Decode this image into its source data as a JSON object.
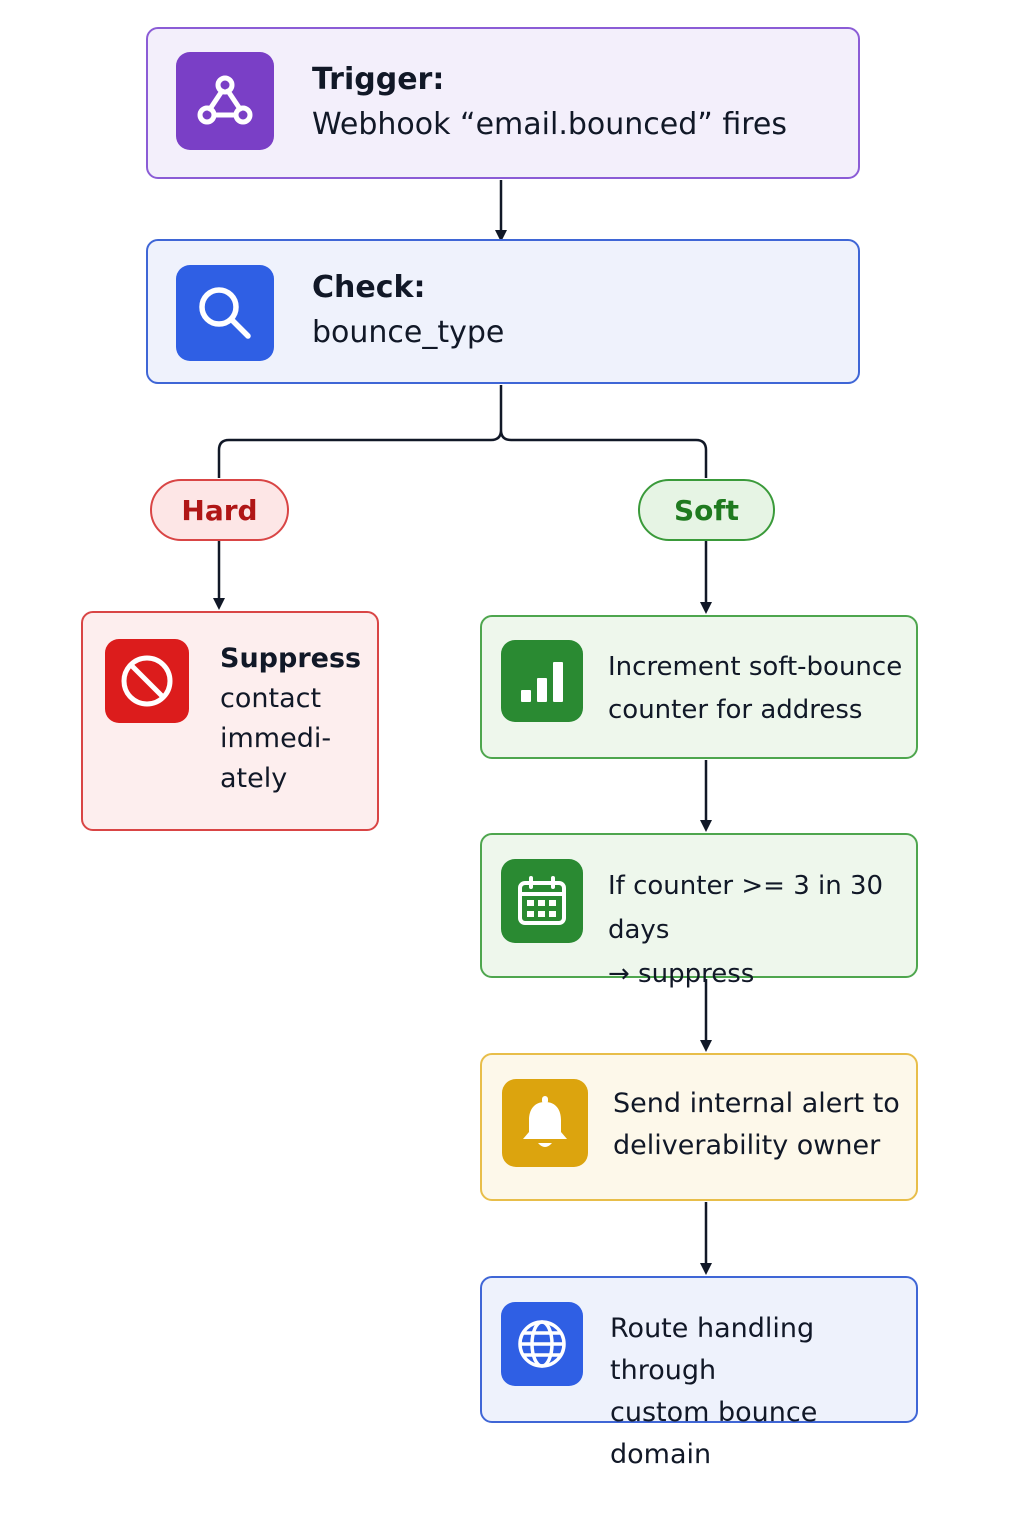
{
  "diagram": {
    "trigger": {
      "title": "Trigger:",
      "detail": "Webhook “email.bounced” fires",
      "icon": "webhook-icon",
      "color": "#7a3fc6"
    },
    "check": {
      "title": "Check:",
      "detail": "bounce_type",
      "icon": "search-icon",
      "color": "#2f5fe4"
    },
    "branches": {
      "hard": {
        "label": "Hard",
        "color": "#b01616"
      },
      "soft": {
        "label": "Soft",
        "color": "#1f7a1f"
      }
    },
    "suppress": {
      "line1": "Suppress",
      "line2": "contact",
      "line3": "immedi-",
      "line4": "ately",
      "icon": "block-icon",
      "color": "#dc1c1c"
    },
    "increment": {
      "line1": "Increment soft-bounce",
      "line2": "counter for address",
      "icon": "bar-chart-icon",
      "color": "#2a8a32"
    },
    "counter_check": {
      "line1": "If counter >= 3 in 30 days",
      "line2": "→ suppress",
      "icon": "calendar-icon",
      "color": "#2a8a32"
    },
    "alert": {
      "line1": "Send internal alert to",
      "line2": "deliverability owner",
      "icon": "bell-icon",
      "color": "#dca40e"
    },
    "route": {
      "line1": "Route handling through",
      "line2": "custom bounce domain",
      "icon": "globe-icon",
      "color": "#2f5fe4"
    }
  }
}
